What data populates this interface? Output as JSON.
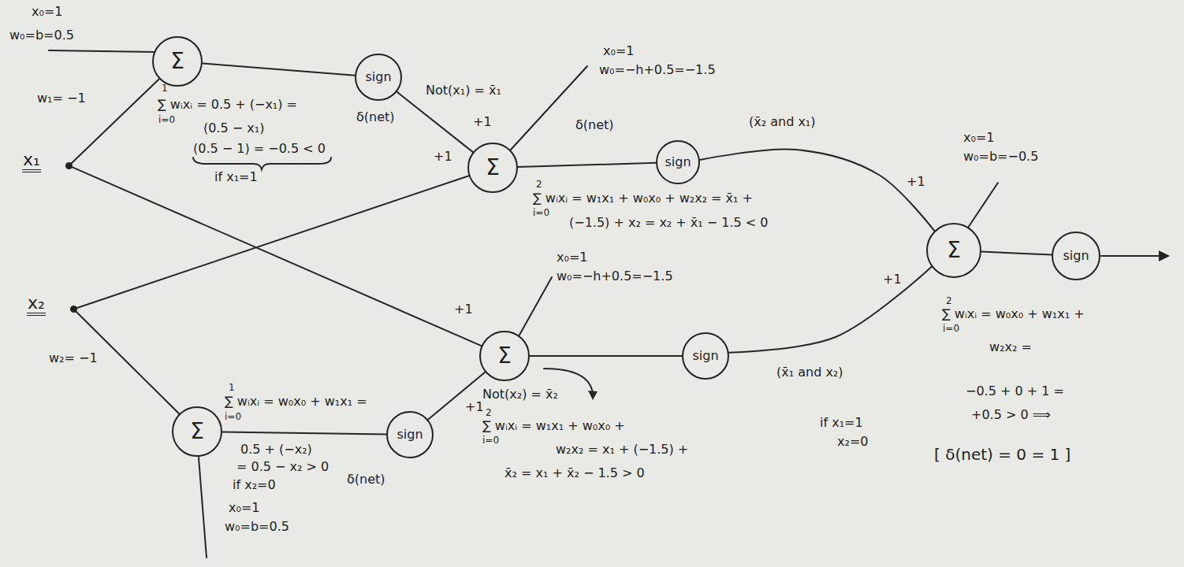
{
  "diagram": {
    "nodes": [
      {
        "text": [
          "x₁"
        ]
      },
      {
        "text": [
          "x₂"
        ]
      },
      {
        "text": [
          "Σ"
        ]
      },
      {
        "text": [
          "sign"
        ]
      },
      {
        "text": [
          "Σ"
        ]
      },
      {
        "text": [
          "sign"
        ]
      },
      {
        "text": [
          "Σ"
        ]
      },
      {
        "text": [
          "sign"
        ]
      },
      {
        "text": [
          "Σ"
        ]
      },
      {
        "text": [
          "sign"
        ]
      },
      {
        "text": [
          "Σ"
        ]
      },
      {
        "text": [
          "sign"
        ]
      }
    ],
    "edges": [
      {
        "from": 0,
        "to": 2,
        "arrow": "none",
        "label": "w₁= −1"
      },
      {
        "from": 0,
        "to": 8,
        "arrow": "none",
        "label": "+1"
      },
      {
        "from": 1,
        "to": 4,
        "arrow": "none",
        "label": "+1"
      },
      {
        "from": 1,
        "to": 6,
        "arrow": "none",
        "label": "w₂= −1"
      },
      {
        "from": 2,
        "to": 3,
        "arrow": "none"
      },
      {
        "from": 3,
        "to": 4,
        "arrow": "none",
        "label": "+1"
      },
      {
        "from": 4,
        "to": 5,
        "arrow": "none"
      },
      {
        "from": 5,
        "to": 10,
        "arrow": "none",
        "label": "+1"
      },
      {
        "from": 6,
        "to": 7,
        "arrow": "none"
      },
      {
        "from": 7,
        "to": 8,
        "arrow": "none",
        "label": "+1"
      },
      {
        "from": 8,
        "to": 9,
        "arrow": "none"
      },
      {
        "from": 9,
        "to": 10,
        "arrow": "none",
        "label": "+1"
      },
      {
        "from": 10,
        "to": 11,
        "arrow": "none"
      }
    ],
    "labels": [
      "x₀=1",
      "w₀=b=0.5",
      "1",
      "∑ wᵢxᵢ = 0.5 + (−x₁) =",
      "i=0",
      "(0.5 − x₁)",
      "(0.5 − 1) = −0.5 < 0",
      "if x₁=1",
      "δ(net)",
      "Not(x₁) = x̄₁",
      "x₀=1",
      "w₀=−h+0.5=−1.5",
      "δ(net)",
      "(x̄₂ and x₁)",
      "2",
      "∑ wᵢxᵢ = w₁x₁ + w₀x₀ + w₂x₂ = x̄₁ +",
      "i=0",
      "(−1.5) + x₂ = x₂ + x̄₁ − 1.5 < 0",
      "x₀=1",
      "w₀=b=−0.5",
      "x₀=1",
      "w₀=−h+0.5=−1.5",
      "(x̄₁ and x₂)",
      "Not(x₂) = x̄₂",
      "2",
      "∑ wᵢxᵢ = w₁x₁ + w₀x₀ +",
      "i=0",
      "w₂x₂ = x₁ + (−1.5) +",
      "x̄₂ = x₁ + x̄₂ − 1.5 > 0",
      "1",
      "∑ wᵢxᵢ = w₀x₀ + w₁x₁ =",
      "i=0",
      "0.5 + (−x₂)",
      "= 0.5 − x₂ > 0",
      "if x₂=0",
      "δ(net)",
      "x₀=1",
      "w₀=b=0.5",
      "2",
      "∑ wᵢxᵢ = w₀x₀ + w₁x₁ +",
      "i=0",
      "w₂x₂ =",
      "if x₁=1",
      "x₂=0",
      "−0.5 + 0 + 1 =",
      "+0.5 > 0 ⟹",
      "[ δ(net) = 0 = 1 ]"
    ]
  }
}
